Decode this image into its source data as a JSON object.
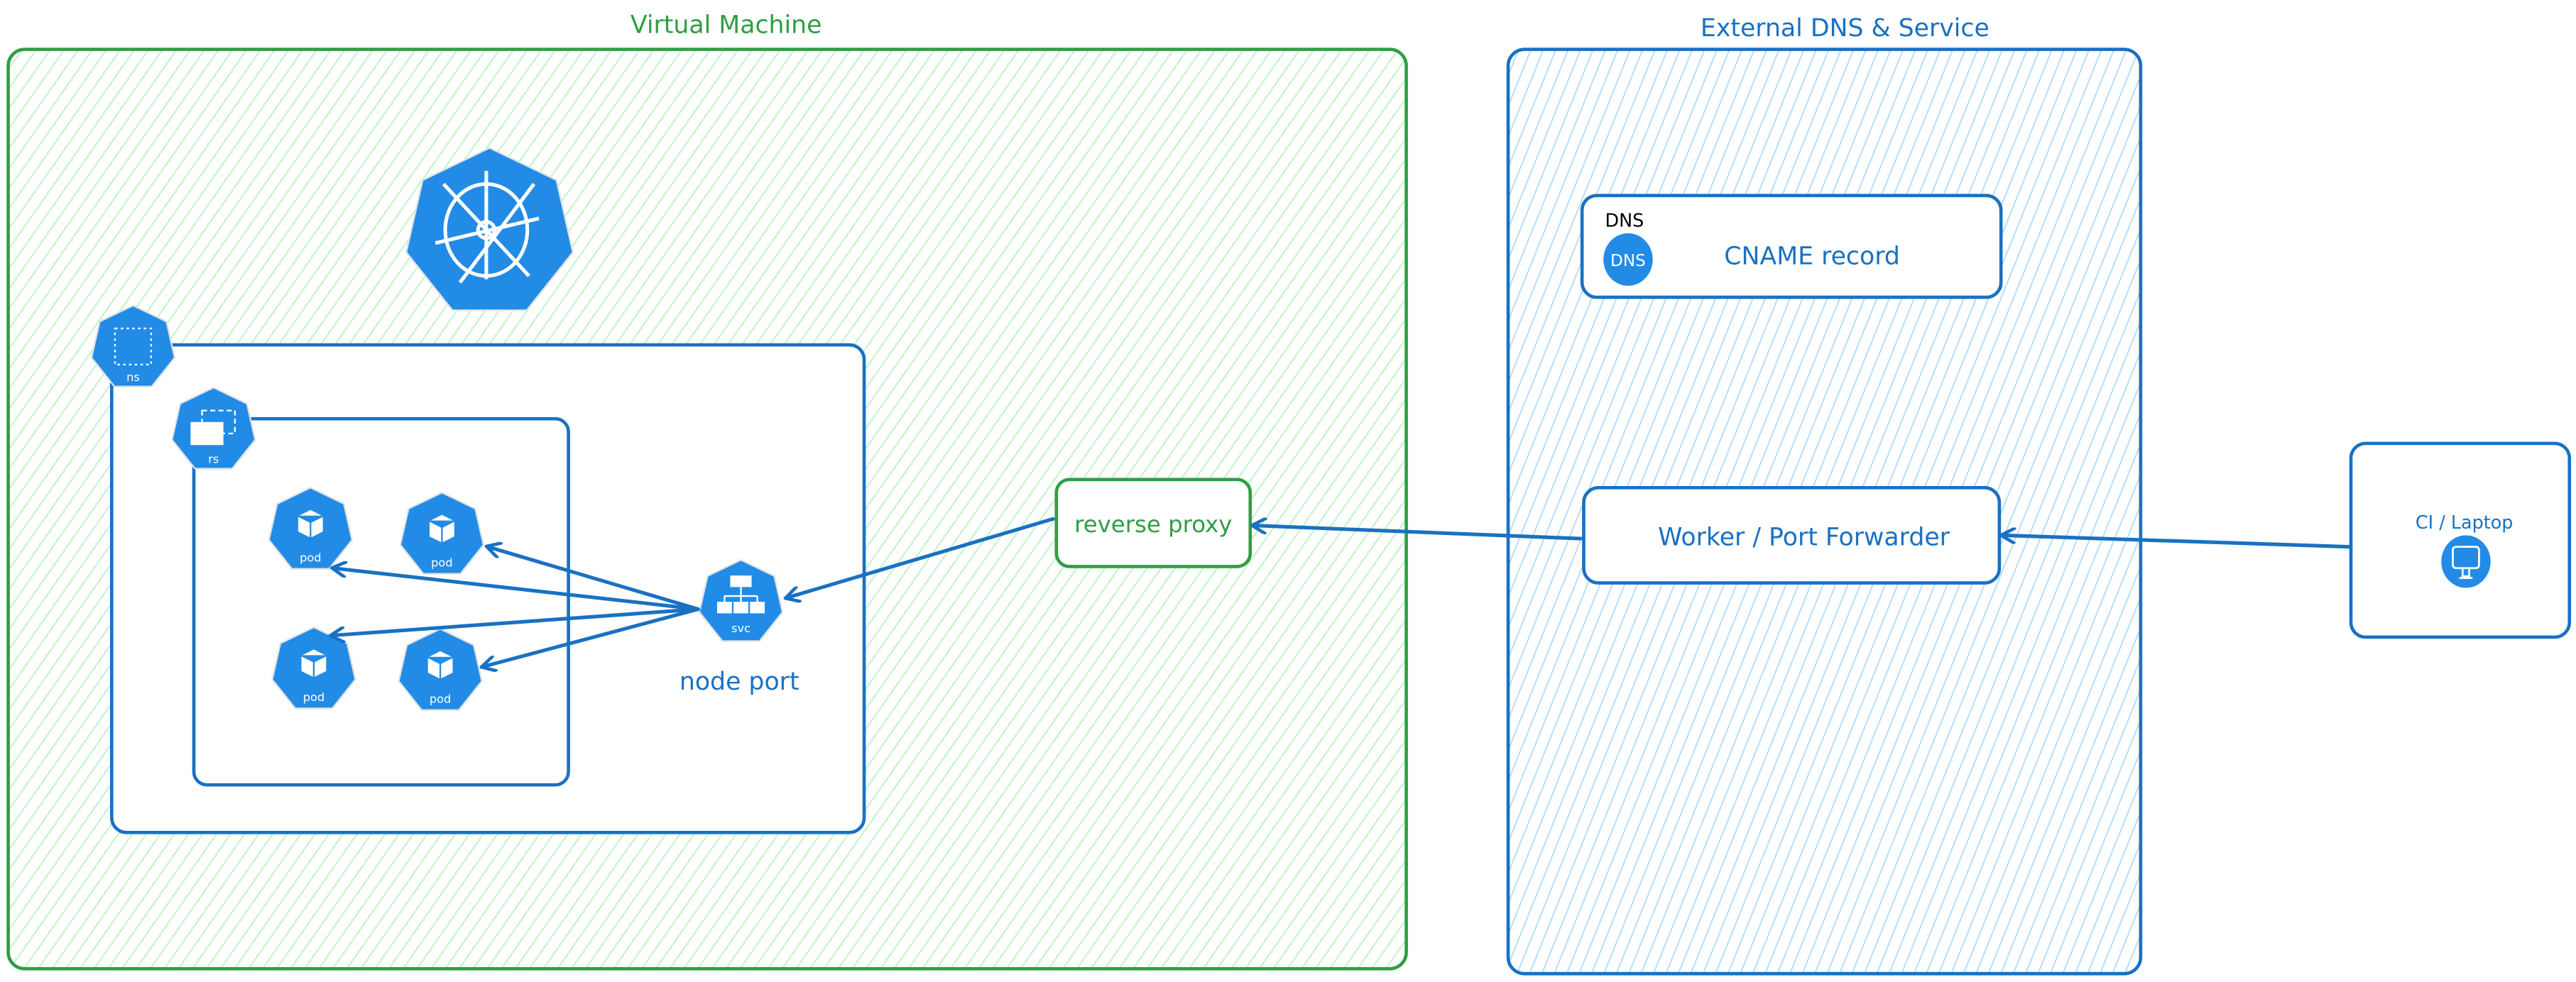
{
  "virtual_machine": {
    "title": "Virtual Machine",
    "ns_label": "ns",
    "rs_label": "rs",
    "pods": [
      {
        "label": "pod"
      },
      {
        "label": "pod"
      },
      {
        "label": "pod"
      },
      {
        "label": "pod"
      }
    ],
    "svc_label": "svc",
    "node_port_label": "node port",
    "reverse_proxy_label": "reverse proxy"
  },
  "external": {
    "title": "External DNS & Service",
    "dns_box": {
      "caption": "DNS",
      "icon_text": "DNS",
      "record_label": "CNAME record"
    },
    "worker_label": "Worker / Port Forwarder"
  },
  "client": {
    "label": "CI / Laptop",
    "icon": "monitor-icon"
  },
  "colors": {
    "vm_stroke": "#2f9e44",
    "vm_hatch": "#b2f2bb",
    "ext_stroke": "#1971c2",
    "ext_hatch": "#a5d8ff",
    "icon_fill": "#228be6"
  }
}
